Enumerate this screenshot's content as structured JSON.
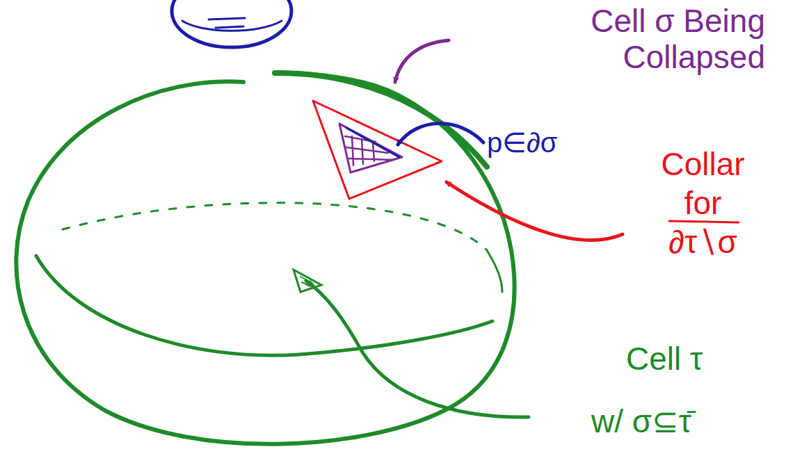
{
  "diagram": {
    "labels": [
      "Cell σ Being Collapsed",
      "p∈∂σ",
      "Collar for ∂τ∖σ",
      "Cell τ",
      "w/ σ⊆τ̄"
    ]
  }
}
